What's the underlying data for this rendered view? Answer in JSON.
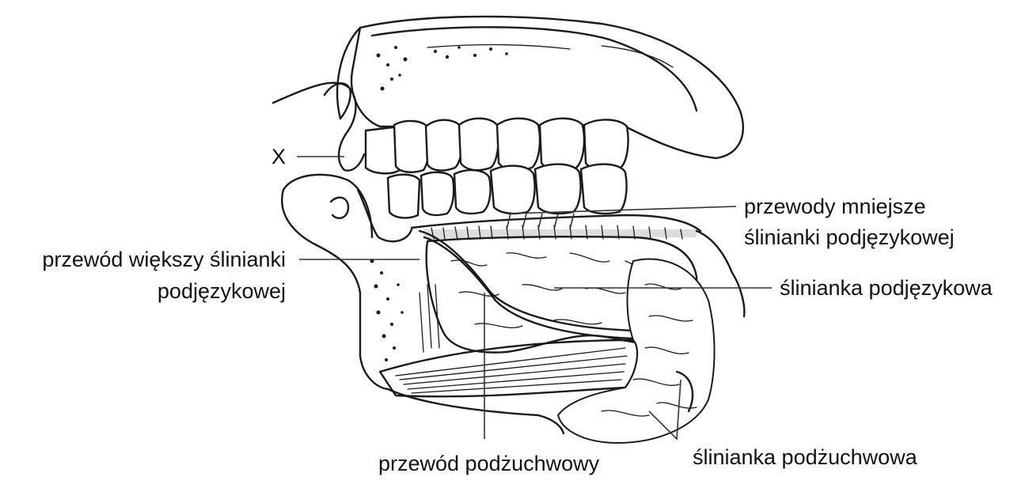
{
  "labels": {
    "x": "X",
    "minor_ducts_line1": "przewody mniejsze",
    "minor_ducts_line2": "ślinianki podjęzykowej",
    "major_duct_line1": "przewód większy ślinianki",
    "major_duct_line2": "podjęzykowej",
    "sublingual_gland": "ślinianka podjęzykowa",
    "submandibular_duct": "przewód podżuchwowy",
    "submandibular_gland": "ślinianka podżuchwowa"
  },
  "colors": {
    "ink": "#1a1a1a",
    "background": "#ffffff",
    "leader": "#333333"
  }
}
